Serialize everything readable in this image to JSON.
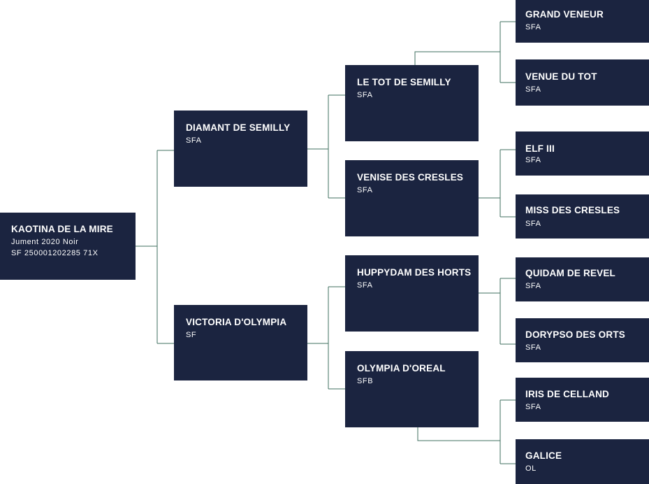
{
  "pedigree": {
    "subject": {
      "name": "KAOTINA DE LA MIRE",
      "line1": "Jument 2020 Noir",
      "line2": "SF 250001202285 71X"
    },
    "sire": {
      "name": "DIAMANT DE SEMILLY",
      "stud": "SFA"
    },
    "dam": {
      "name": "VICTORIA D'OLYMPIA",
      "stud": "SF"
    },
    "sire_sire": {
      "name": "LE TOT DE SEMILLY",
      "stud": "SFA"
    },
    "sire_dam": {
      "name": "VENISE DES CRESLES",
      "stud": "SFA"
    },
    "dam_sire": {
      "name": "HUPPYDAM DES HORTS",
      "stud": "SFA"
    },
    "dam_dam": {
      "name": "OLYMPIA D'OREAL",
      "stud": "SFB"
    },
    "sss": {
      "name": "GRAND VENEUR",
      "stud": "SFA"
    },
    "ssd": {
      "name": "VENUE DU TOT",
      "stud": "SFA"
    },
    "sds": {
      "name": "ELF III",
      "stud": "SFA"
    },
    "sdd": {
      "name": "MISS DES CRESLES",
      "stud": "SFA"
    },
    "dss": {
      "name": "QUIDAM DE REVEL",
      "stud": "SFA"
    },
    "dsd": {
      "name": "DORYPSO DES ORTS",
      "stud": "SFA"
    },
    "dds": {
      "name": "IRIS DE CELLAND",
      "stud": "SFA"
    },
    "ddd": {
      "name": "GALICE",
      "stud": "OL"
    }
  },
  "colors": {
    "box": "#1b2440",
    "text": "#ffffff",
    "connector": "#3f6f5f"
  }
}
